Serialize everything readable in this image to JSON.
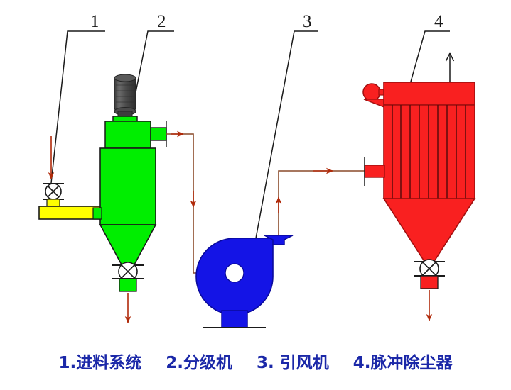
{
  "diagram": {
    "title": "Powder classifying and dust collection process flow",
    "callouts": [
      {
        "id": "1",
        "label": "1"
      },
      {
        "id": "2",
        "label": "2"
      },
      {
        "id": "3",
        "label": "3"
      },
      {
        "id": "4",
        "label": "4"
      }
    ],
    "caption_items": [
      "1.进料系统",
      "2.分级机",
      "3. 引风机",
      "4.脉冲除尘器"
    ],
    "colors": {
      "feed_conveyor": "#ffff00",
      "classifier": "#00ee00",
      "fan": "#1414e6",
      "dust_collector": "#f92020",
      "motor": "#4d4d4d",
      "pipe": "#8a4a2a",
      "arrow": "#b02a0a",
      "outline": "#1a1a1a",
      "caption_text": "#1b28a8"
    },
    "equipment": [
      {
        "name": "feed-system",
        "number": "1",
        "color": "#ffff00"
      },
      {
        "name": "classifier",
        "number": "2",
        "color": "#00ee00"
      },
      {
        "name": "induced-draft-fan",
        "number": "3",
        "color": "#1414e6"
      },
      {
        "name": "pulse-dust-collector",
        "number": "4",
        "color": "#f92020"
      }
    ],
    "filter_bag_count": 10
  }
}
